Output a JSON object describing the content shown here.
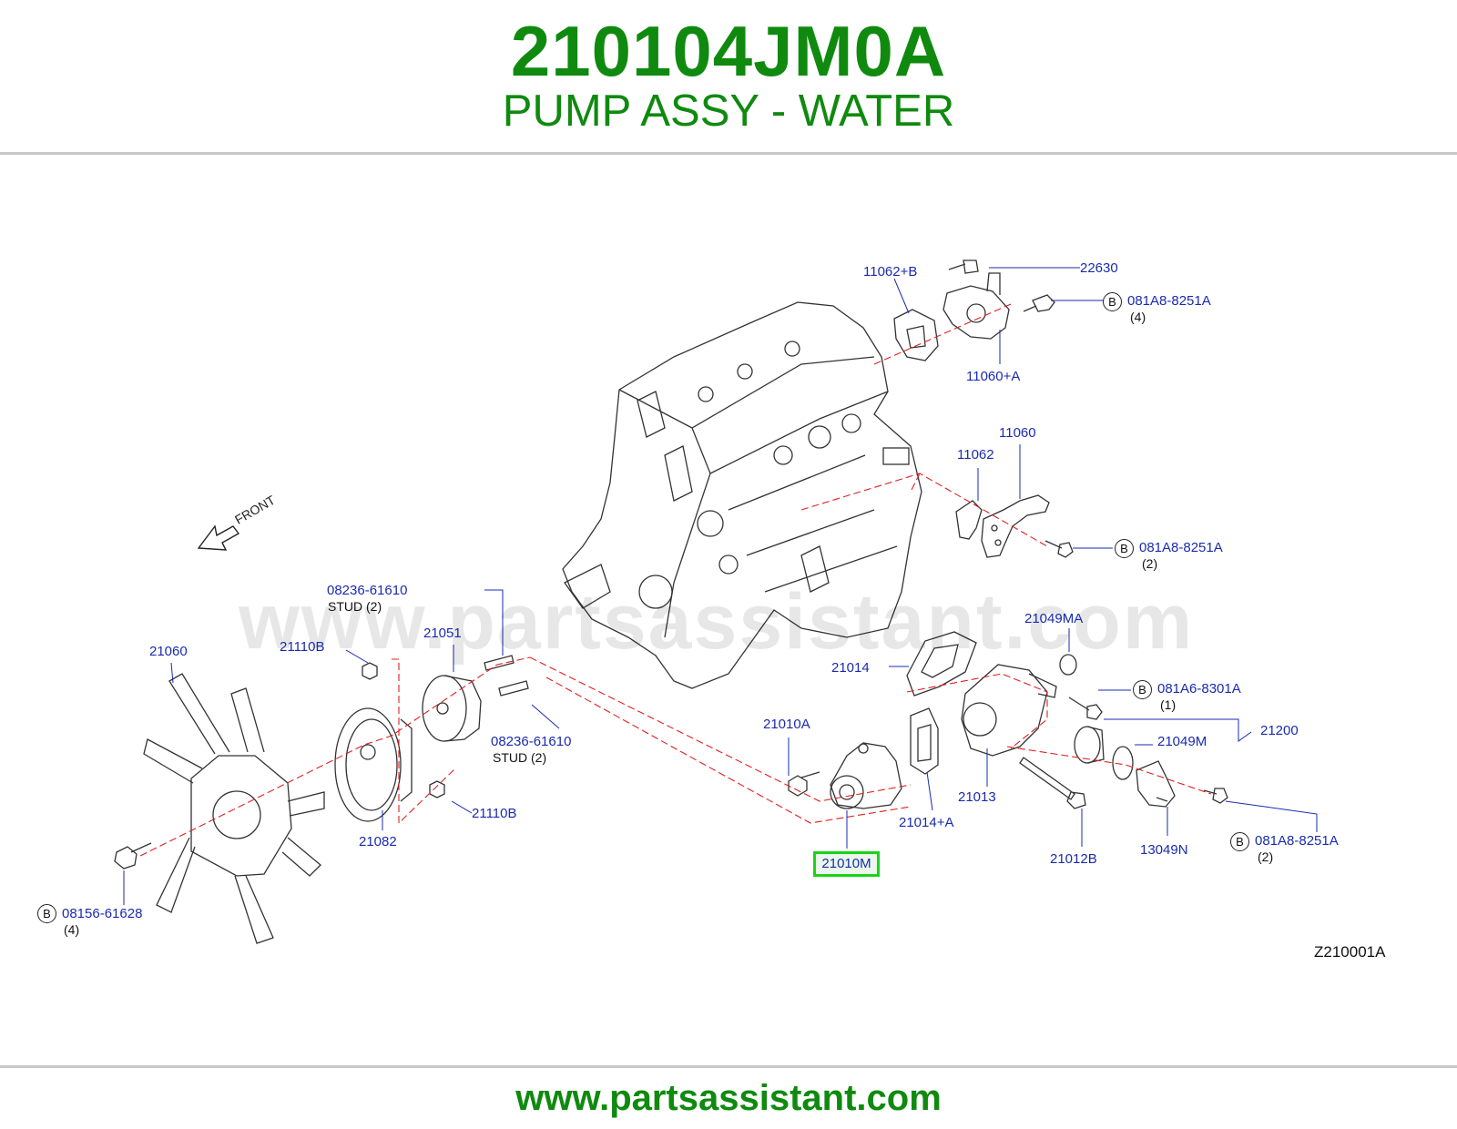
{
  "header": {
    "part_number": "210104JM0A",
    "part_name": "PUMP ASSY - WATER"
  },
  "footer": {
    "url": "www.partsassistant.com"
  },
  "diagram": {
    "watermark": "www.partsassistant.com",
    "front_label": "FRONT",
    "reference_code": "Z210001A",
    "highlighted_part": "21010M",
    "callouts": {
      "c22630": "22630",
      "c11062b": "11062+B",
      "c081a8_top": "081A8-8251A",
      "c081a8_top_qty": "(4)",
      "c11060a": "11060+A",
      "c11060": "11060",
      "c11062": "11062",
      "c081a8_mid": "081A8-8251A",
      "c081a8_mid_qty": "(2)",
      "c08236_top": "08236-61610",
      "c08236_top_note": "STUD   (2)",
      "c21060": "21060",
      "c21110b_top": "21110B",
      "c21051": "21051",
      "c21049ma": "21049MA",
      "c21014": "21014",
      "c081a6": "081A6-8301A",
      "c081a6_qty": "(1)",
      "c21010a": "21010A",
      "c08236_bot": "08236-61610",
      "c08236_bot_note": "STUD   (2)",
      "c21200": "21200",
      "c21049m": "21049M",
      "c21110b_bot": "21110B",
      "c21013": "21013",
      "c21014a": "21014+A",
      "c21082": "21082",
      "c081a8_bot": "081A8-8251A",
      "c081a8_bot_qty": "(2)",
      "c13049n": "13049N",
      "c21012b": "21012B",
      "c08156": "08156-61628",
      "c08156_qty": "(4)"
    },
    "badge_letter": "B"
  },
  "colors": {
    "title_green": "#0f8a0f",
    "callout_blue": "#1a2bb0",
    "dash_red": "#e02020",
    "highlight_green": "#19d419"
  }
}
